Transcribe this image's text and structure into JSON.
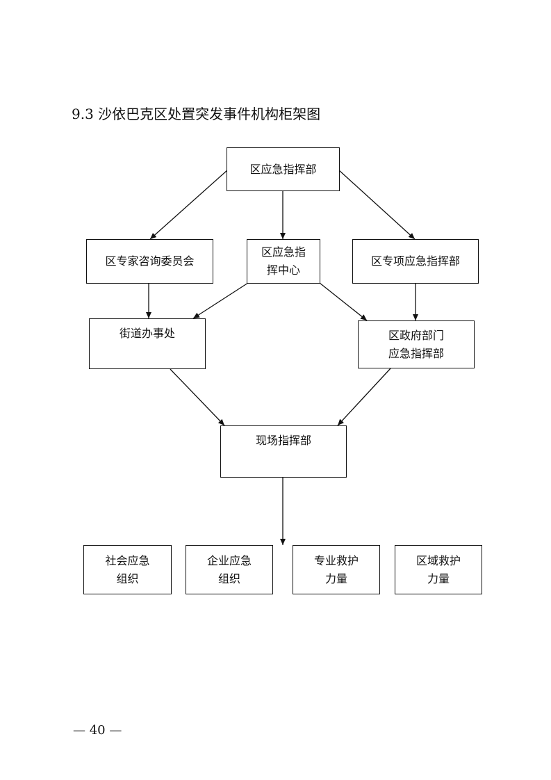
{
  "title": "9.3 沙依巴克区处置突发事件机构柜架图",
  "nodes": {
    "hq": [
      "区应急指挥部"
    ],
    "expert": [
      "区专家咨询委员会"
    ],
    "center": [
      "区应急指",
      "挥中心"
    ],
    "special": [
      "区专项应急指挥部"
    ],
    "street": [
      "街道办事处"
    ],
    "dept": [
      "区政府部门",
      "应急指挥部"
    ],
    "site": [
      "现场指挥部"
    ],
    "social": [
      "社会应急",
      "组织"
    ],
    "enterprise": [
      "企业应急",
      "组织"
    ],
    "rescue": [
      "专业救护",
      "力量"
    ],
    "regional": [
      "区域救护",
      "力量"
    ]
  },
  "page_number": "— 40 —"
}
